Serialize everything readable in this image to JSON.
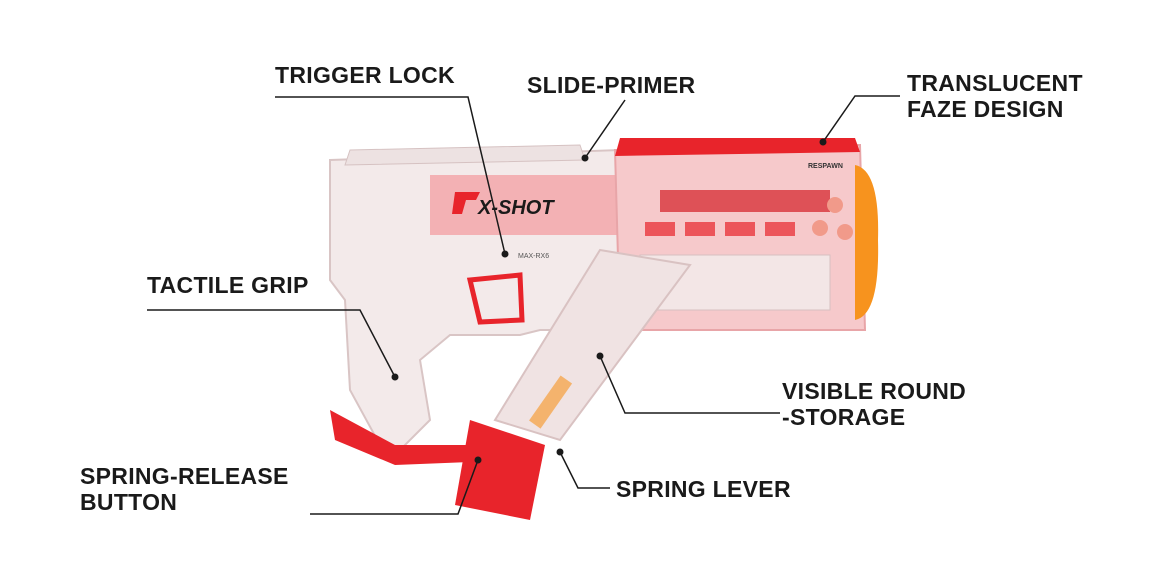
{
  "labels": {
    "trigger_lock": "TRIGGER LOCK",
    "slide_primer": "SLIDE-PRIMER",
    "translucent": [
      "TRANSLUCENT",
      "FAZE DESIGN"
    ],
    "tactile_grip": "TACTILE GRIP",
    "visible_round": [
      "VISIBLE ROUND",
      "-STORAGE"
    ],
    "spring_release": [
      "SPRING-RELEASE",
      "BUTTON"
    ],
    "spring_lever": "SPRING LEVER"
  },
  "logo": {
    "brand": "X-SHOT",
    "model": "MAX-RX6",
    "side": "RESPAWN"
  },
  "colors": {
    "accent_red": "#e8242b",
    "clear_shell": "#f3e6e6",
    "orange_tip": "#f7931e",
    "text": "#1a1a1a"
  }
}
